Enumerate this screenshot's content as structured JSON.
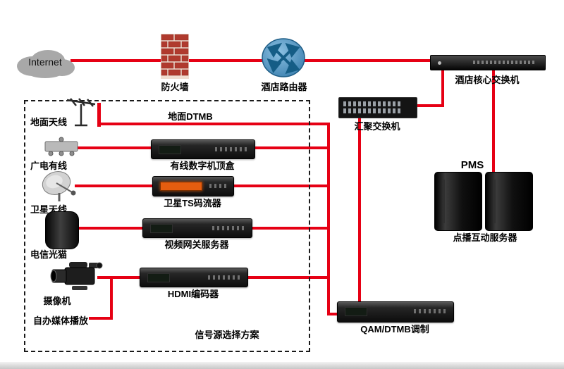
{
  "nodes": {
    "internet": "Internet",
    "firewall": "防火墙",
    "router": "酒店路由器",
    "core_switch": "酒店核心交换机",
    "agg_switch": "汇聚交换机",
    "pms": "PMS",
    "vod_server": "点播互动服务器",
    "terrestrial_antenna": "地面天线",
    "terrestrial_dtmb": "地面DTMB",
    "cable_tv": "广电有线",
    "stb": "有线数字机顶盒",
    "satellite_antenna": "卫星天线",
    "ts_streamer": "卫星TS码流器",
    "telecom_modem": "电信光猫",
    "video_gateway": "视频网关服务器",
    "camera": "摄像机",
    "hdmi_encoder": "HDMI编码器",
    "self_media": "自办媒体播放",
    "source_plan": "信号源选择方案",
    "qam_modulator": "QAM/DTMB调制"
  },
  "colors": {
    "connection_line": "#e60014",
    "ts_display": "#e55d0f",
    "router_blue": "#4a90c8"
  }
}
